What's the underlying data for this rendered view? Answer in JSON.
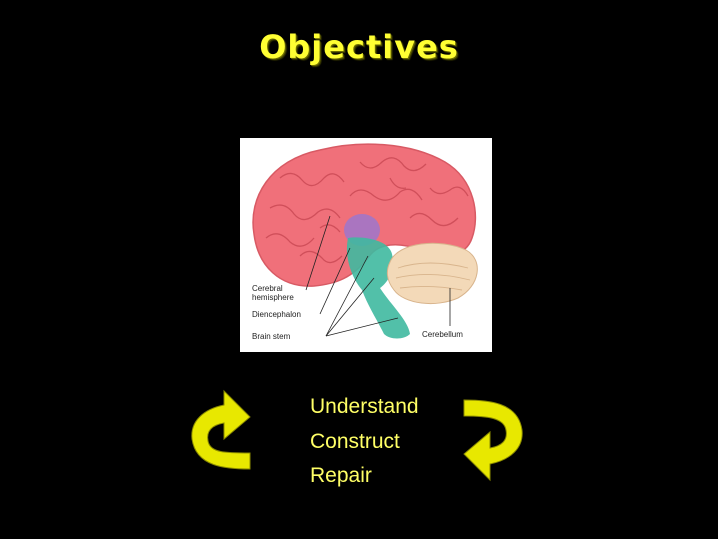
{
  "slide": {
    "title": "Objectives",
    "title_color": "#ffff33",
    "background": "#000000"
  },
  "figure": {
    "description_icon": "brain-sagittal-diagram",
    "labels": {
      "cerebral_hemisphere": "Cerebral\nhemisphere",
      "diencephalon": "Diencephalon",
      "brain_stem": "Brain stem",
      "cerebellum": "Cerebellum"
    },
    "colors": {
      "cerebrum": "#f0707a",
      "diencephalon": "#a276c8",
      "brain_stem": "#3fb9a0",
      "cerebellum": "#f3d9b8"
    }
  },
  "objectives": {
    "items": [
      "Understand",
      "Construct",
      "Repair"
    ],
    "text_color": "#ffff66"
  },
  "arrows": {
    "left_icon": "curved-arrow-left-icon",
    "right_icon": "curved-arrow-right-icon",
    "color": "#e8e800"
  }
}
